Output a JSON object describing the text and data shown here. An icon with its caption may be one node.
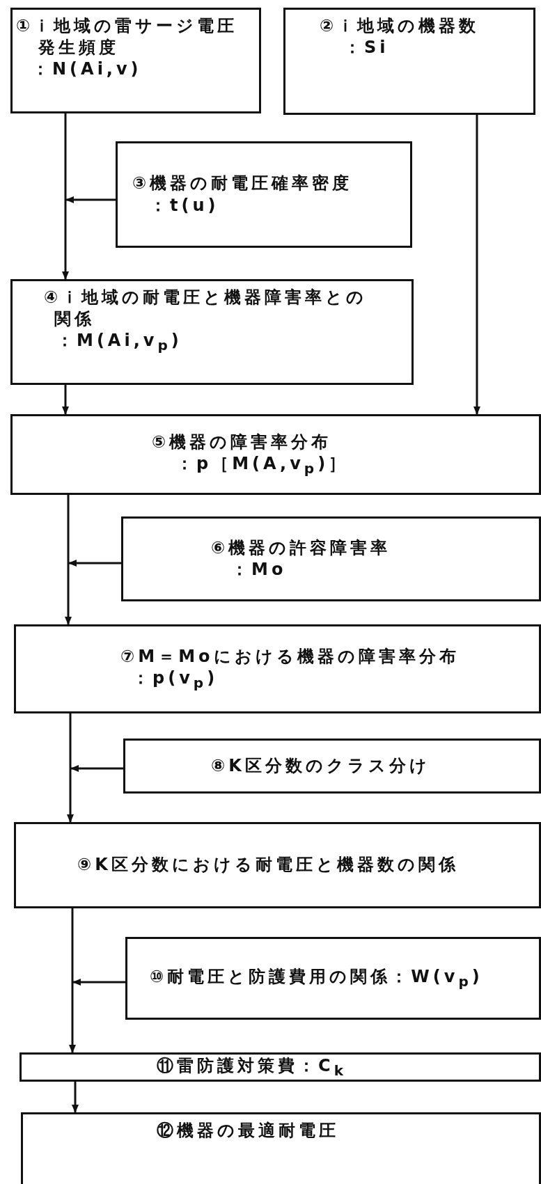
{
  "diagram": {
    "nodes": [
      {
        "text": [
          "①ｉ地域の雷サージ電圧発生頻度",
          "：N(Ai,v)"
        ]
      },
      {
        "text": [
          "②ｉ地域の機器数",
          "：Si"
        ]
      },
      {
        "text": [
          "③機器の耐電圧確率密度",
          "：t(u)"
        ]
      },
      {
        "text": [
          "④ｉ地域の耐電圧と機器障害率との関係",
          "：M(Ai,v$_{p}$)"
        ]
      },
      {
        "text": [
          "⑤機器の障害率分布",
          "：p［M(A,v$_{p}$)］"
        ]
      },
      {
        "text": [
          "⑥機器の許容障害率",
          "：Mo"
        ]
      },
      {
        "text": [
          "⑦M＝Moにおける機器の障害率分布",
          "：p(v$_{p}$)"
        ]
      },
      {
        "text": [
          "⑧K区分数のクラス分け"
        ]
      },
      {
        "text": [
          "⑨K区分数における耐電圧と機器数の関係"
        ]
      },
      {
        "text": [
          "⑩耐電圧と防護費用の関係：W(v$_{p}$)"
        ]
      },
      {
        "text": [
          "⑪雷防護対策費：C$_{k}$"
        ]
      },
      {
        "text": [
          "⑫機器の最適耐電圧"
        ]
      }
    ],
    "edges": [
      {
        "from": 0,
        "to": 3,
        "arrow": "to"
      },
      {
        "from": 2,
        "to": null,
        "arrow": "to"
      },
      {
        "from": 1,
        "to": 4,
        "arrow": "to"
      },
      {
        "from": 3,
        "to": 4,
        "arrow": "to"
      },
      {
        "from": 4,
        "to": 6,
        "arrow": "to"
      },
      {
        "from": 5,
        "to": null,
        "arrow": "to"
      },
      {
        "from": 6,
        "to": 8,
        "arrow": "to"
      },
      {
        "from": 7,
        "to": null,
        "arrow": "to"
      },
      {
        "from": 8,
        "to": 10,
        "arrow": "to"
      },
      {
        "from": 9,
        "to": null,
        "arrow": "to"
      },
      {
        "from": 10,
        "to": 11,
        "arrow": "to"
      }
    ]
  }
}
